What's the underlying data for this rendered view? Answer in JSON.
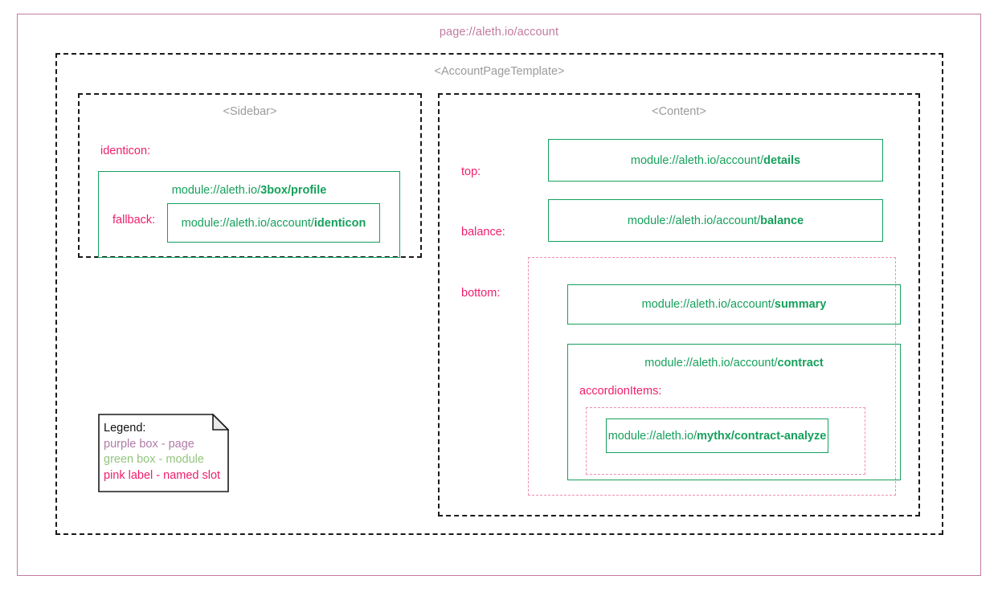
{
  "page": {
    "title": "page://aleth.io/account",
    "border_color": "#c27ba0"
  },
  "template": {
    "title": "<AccountPageTemplate>"
  },
  "sidebar": {
    "title": "<Sidebar>",
    "slot_label": "identicon:",
    "module": {
      "prefix": "module://aleth.io/",
      "bold": "3box/profile",
      "inner_slot_label": "fallback:",
      "inner_module": {
        "prefix": "module://aleth.io/account/",
        "bold": "identicon"
      }
    }
  },
  "content": {
    "title": "<Content>",
    "slots": [
      {
        "label": "top:",
        "module": {
          "prefix": "module://aleth.io/account/",
          "bold": "details"
        }
      },
      {
        "label": "balance:",
        "module": {
          "prefix": "module://aleth.io/account/",
          "bold": "balance"
        }
      },
      {
        "label": "bottom:",
        "modules": [
          {
            "prefix": "module://aleth.io/account/",
            "bold": "summary"
          },
          {
            "prefix": "module://aleth.io/account/",
            "bold": "contract",
            "inner_slot_label": "accordionItems:",
            "inner_module": {
              "prefix": "module://aleth.io/",
              "bold": "mythx/contract-analyze"
            }
          }
        ]
      }
    ]
  },
  "legend": {
    "title": "Legend:",
    "lines": [
      "purple box - page",
      "green box - module",
      "pink label - named slot"
    ],
    "colors": {
      "purple": "#b07ba8",
      "green": "#93c47d",
      "pink": "#ef1e6b",
      "module": "#16a05c",
      "slot_dash": "#f48fb1"
    }
  }
}
